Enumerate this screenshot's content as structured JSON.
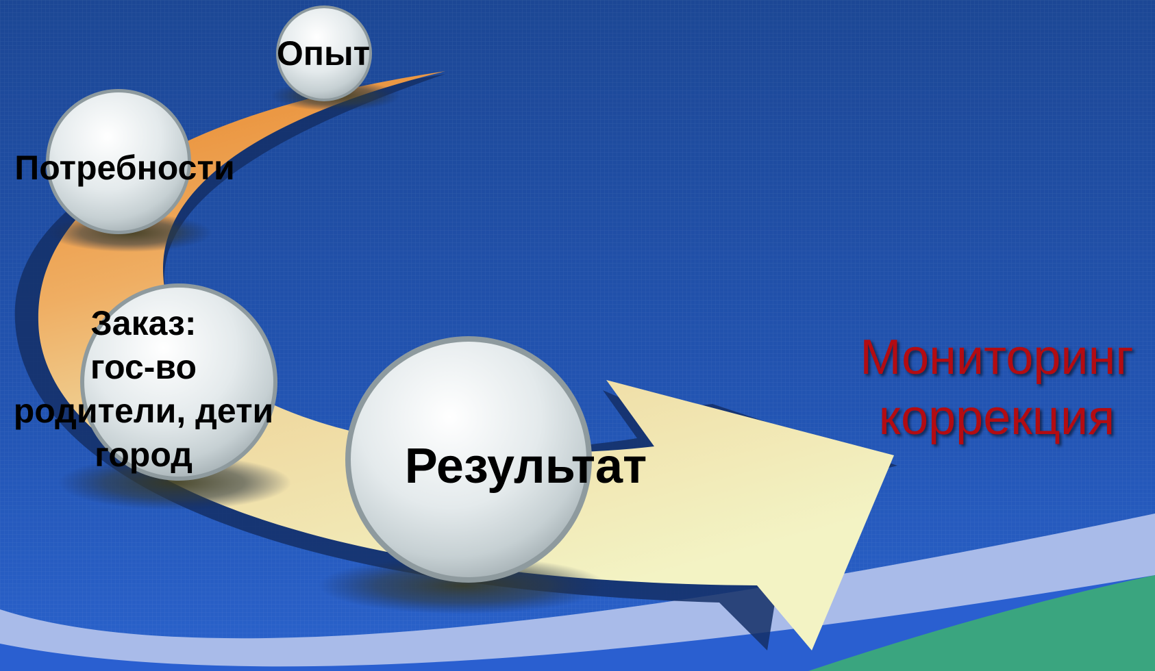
{
  "diagram": {
    "circles": {
      "opyt": {
        "label": "Опыт"
      },
      "potrebnosti": {
        "label": "Потребности"
      },
      "zakaz": {
        "lines": [
          "Заказ:",
          "гос-во",
          "родители, дети",
          "город"
        ]
      },
      "rezultat": {
        "label": "Результат"
      }
    },
    "monitoring": {
      "lines": [
        "Мониторинг",
        "коррекция"
      ]
    }
  },
  "colors": {
    "background": "#1f4fa3",
    "arrow_dark_orange": "#e8862a",
    "arrow_light": "#f3f2c0",
    "monitoring_text": "#b30c12",
    "band_light": "#a9bbe9",
    "band_green": "#3aa57f"
  }
}
